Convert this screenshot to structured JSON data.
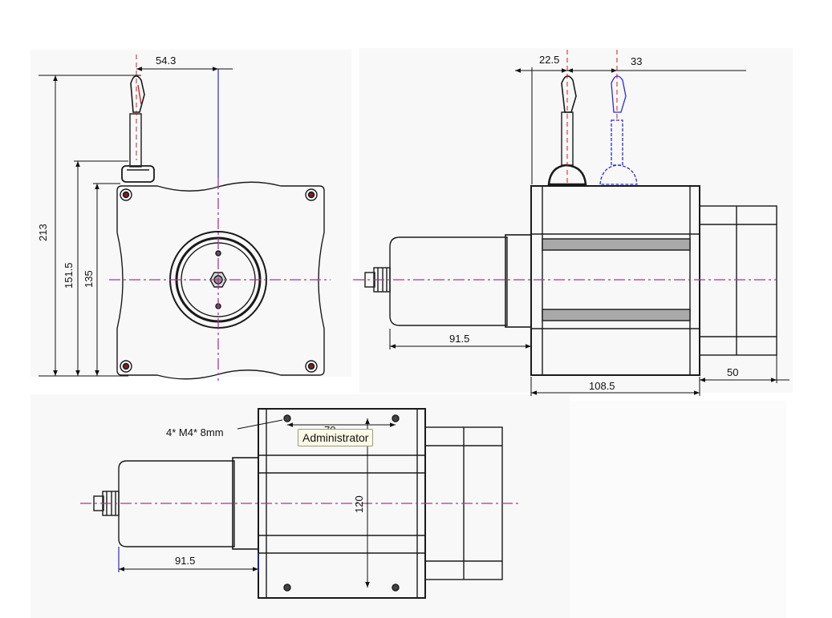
{
  "colors": {
    "background": "#ffffff",
    "panel": "#f8f8f8",
    "outline": "#1a1a1a",
    "dimension_line": "#111111",
    "blue_reference": "#2b2bd6",
    "centerline": "#b0309a",
    "red_reference": "#d02020",
    "hatch": "#a9a9a9",
    "tooltip_bg": "#fbfbe7"
  },
  "front_view": {
    "dim_54_3": "54.3",
    "dim_213": "213",
    "dim_151_5": "151.5",
    "dim_135": "135"
  },
  "side_view": {
    "dim_22_5": "22.5",
    "dim_33": "33",
    "dim_91_5": "91.5",
    "dim_108_5": "108.5",
    "dim_50": "50"
  },
  "bottom_view": {
    "callout": "4* M4* 8mm",
    "dim_70_partial": "70",
    "dim_120": "120",
    "dim_91_5": "91.5"
  },
  "tooltip": {
    "text": "Administrator"
  }
}
